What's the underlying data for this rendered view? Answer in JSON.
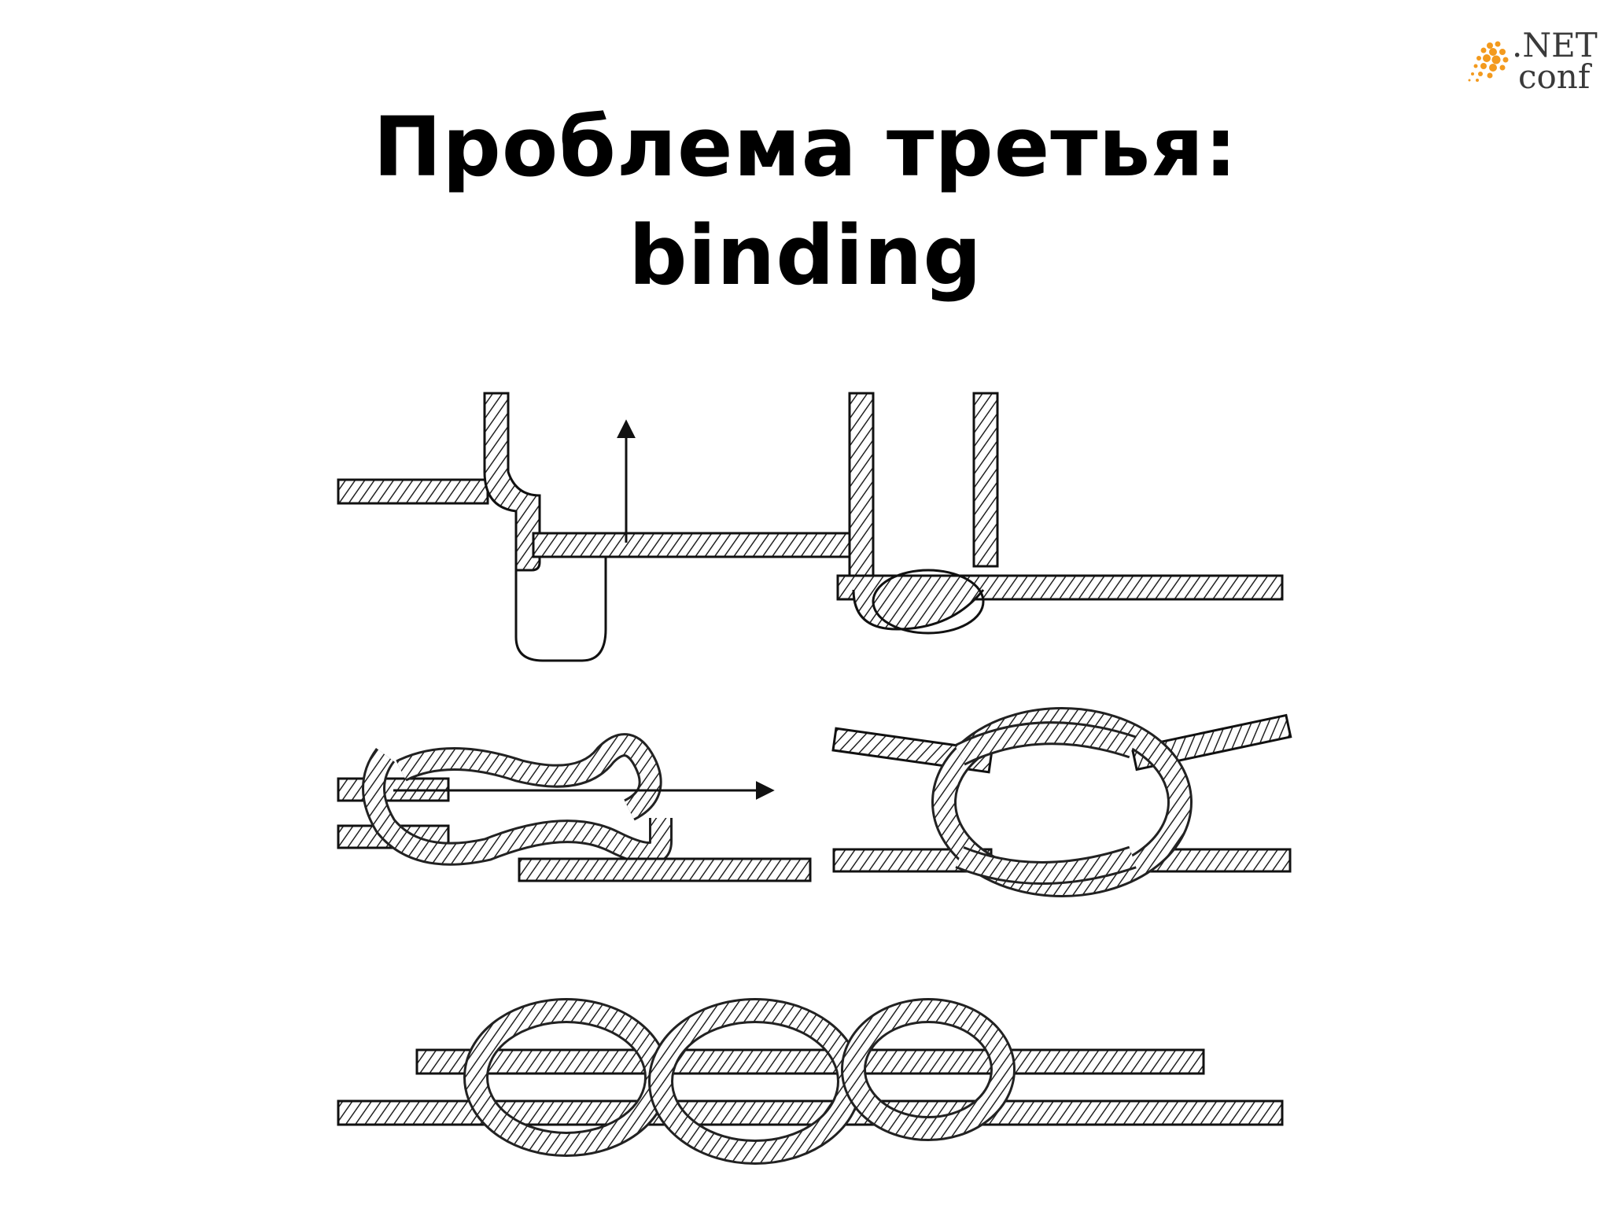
{
  "slide": {
    "title_line1": "Проблема третья:",
    "title_line2": "binding"
  },
  "logo": {
    "line1": ".NET",
    "line2": "conf",
    "accent_color": "#f39a1e"
  },
  "illustration": {
    "subject": "knot-tying steps",
    "panels": 5
  }
}
